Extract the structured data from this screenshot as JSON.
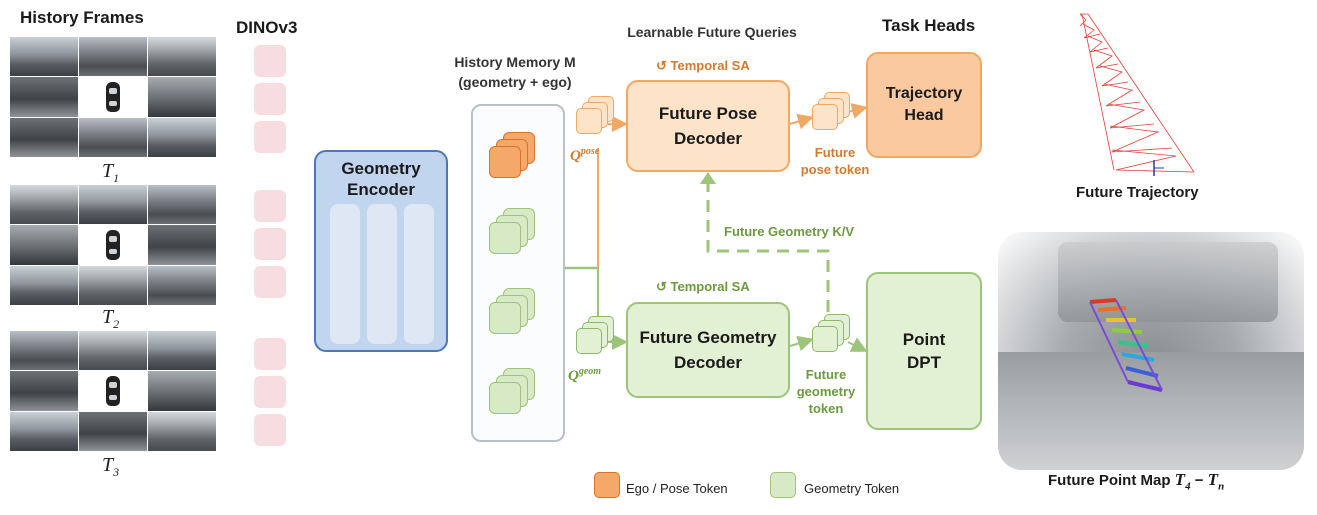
{
  "history": {
    "title": "History Frames",
    "frames": [
      {
        "label_base": "T",
        "label_sub": "1"
      },
      {
        "label_base": "T",
        "label_sub": "2"
      },
      {
        "label_base": "T",
        "label_sub": "3"
      }
    ]
  },
  "dino": {
    "title": "DINOv3"
  },
  "encoder": {
    "title_line1": "Geometry",
    "title_line2": "Encoder"
  },
  "memory": {
    "title_line1": "History Memory M",
    "title_line2": "(geometry + ego)"
  },
  "queries": {
    "title": "Learnable Future Queries",
    "pose": {
      "base": "Q",
      "sup": "pose"
    },
    "geom": {
      "base": "Q",
      "sup": "geom"
    }
  },
  "pose_decoder": {
    "temporal_sa": "↺  Temporal SA",
    "line1": "Future Pose",
    "line2": "Decoder",
    "token_line1": "Future",
    "token_line2": "pose token"
  },
  "geom_decoder": {
    "temporal_sa": "↺  Temporal SA",
    "line1": "Future Geometry",
    "line2": "Decoder",
    "token_line1": "Future",
    "token_line2": "geometry",
    "token_line3": "token"
  },
  "cross": {
    "label": "Future Geometry K/V"
  },
  "heads": {
    "title": "Task Heads",
    "trajectory": {
      "line1": "Trajectory",
      "line2": "Head"
    },
    "point": {
      "line1": "Point",
      "line2": "DPT"
    }
  },
  "outputs": {
    "trajectory": "Future Trajectory",
    "pointmap": {
      "text": "Future Point Map ",
      "t4": "T",
      "t4sub": "4",
      "dash": " − ",
      "tn": "T",
      "tnsub": "n"
    }
  },
  "legend": {
    "ego": "Ego / Pose Token",
    "geom": "Geometry Token"
  },
  "colors": {
    "orange": "#f0a865",
    "green": "#9cc47a",
    "blue": "#4a78b8",
    "pink": "#f7dce0",
    "trajectory_red": "#e0403a"
  }
}
